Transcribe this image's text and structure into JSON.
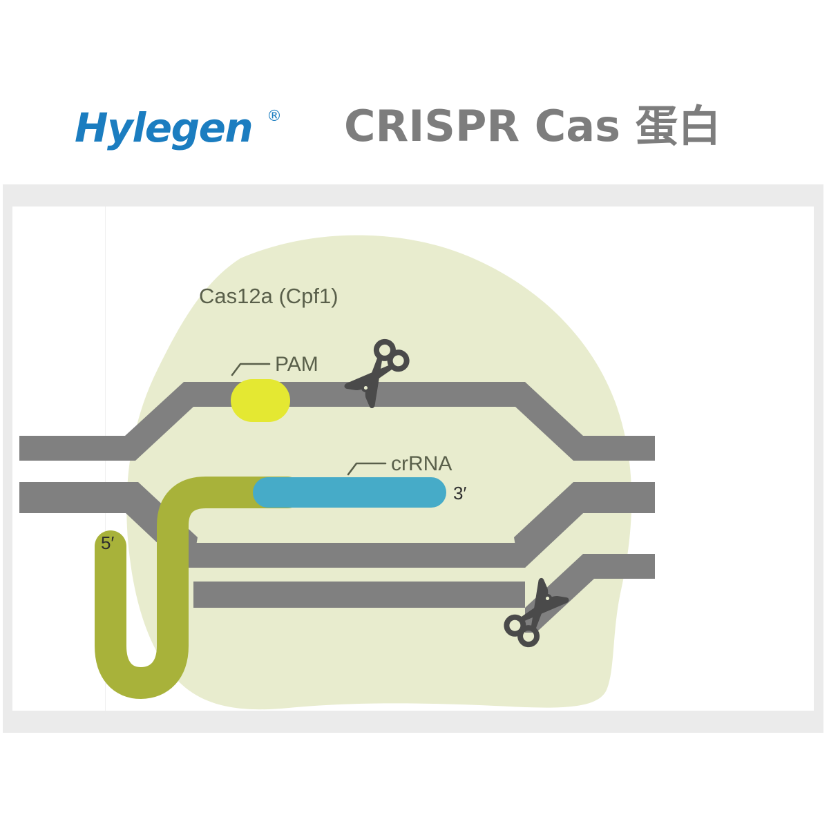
{
  "header": {
    "brand_name": "Hylegen",
    "brand_trademark": "®",
    "title": "CRISPR Cas 蛋白"
  },
  "figure": {
    "protein_label": "Cas12a (Cpf1)",
    "pam_label": "PAM",
    "crrna_label": "crRNA",
    "five_prime_label": "5′",
    "three_prime_label": "3′",
    "icons": {
      "scissors_top": "scissors-icon",
      "scissors_bottom": "scissors-icon"
    },
    "colors": {
      "protein_blob": "#e8ecce",
      "dna_strand": "#808080",
      "pam_site": "#e4e832",
      "crrna_bar": "#46abc8",
      "rna_scaffold": "#a8b23a",
      "label_text": "#595f4a",
      "scissors": "#4a4a4a"
    }
  },
  "page": {
    "frame_background": "#ebebeb",
    "panel_background": "#ffffff",
    "brand_color": "#1b7dc0",
    "title_color": "#7d7d7d"
  }
}
